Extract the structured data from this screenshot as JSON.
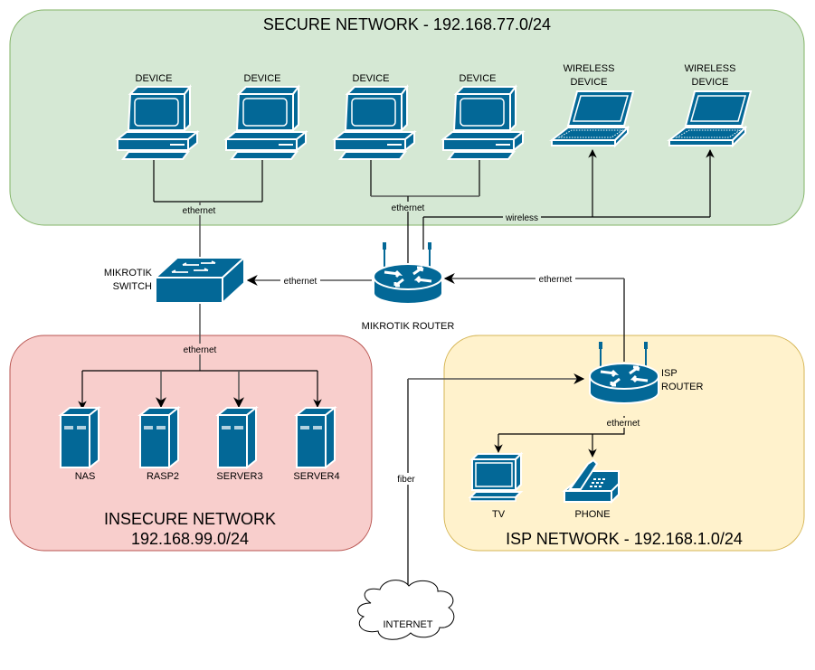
{
  "zones": {
    "secure": {
      "title": "SECURE NETWORK - 192.168.77.0/24",
      "fill": "#d5e8d4",
      "stroke": "#82b366"
    },
    "insecure": {
      "title_line1": "INSECURE NETWORK",
      "title_line2": "192.168.99.0/24",
      "fill": "#f8cecc",
      "stroke": "#b85450"
    },
    "isp": {
      "title": "ISP NETWORK - 192.168.1.0/24",
      "fill": "#fff2cc",
      "stroke": "#d6b656"
    }
  },
  "colors": {
    "icon": "#036897",
    "icon_outline": "#ffffff"
  },
  "secure_devices": [
    {
      "label": "DEVICE",
      "type": "desktop-icon"
    },
    {
      "label": "DEVICE",
      "type": "desktop-icon"
    },
    {
      "label": "DEVICE",
      "type": "desktop-icon"
    },
    {
      "label": "DEVICE",
      "type": "desktop-icon"
    },
    {
      "label_line1": "WIRELESS",
      "label_line2": "DEVICE",
      "type": "laptop-icon"
    },
    {
      "label_line1": "WIRELESS",
      "label_line2": "DEVICE",
      "type": "laptop-icon"
    }
  ],
  "switch": {
    "label_line1": "MIKROTIK",
    "label_line2": "SWITCH"
  },
  "mikrotik_router": {
    "label": "MIKROTIK ROUTER"
  },
  "isp_router": {
    "label_line1": "ISP",
    "label_line2": "ROUTER"
  },
  "servers": [
    {
      "label": "NAS"
    },
    {
      "label": "RASP2"
    },
    {
      "label": "SERVER3"
    },
    {
      "label": "SERVER4"
    }
  ],
  "isp_devices": [
    {
      "label": "TV"
    },
    {
      "label": "PHONE"
    }
  ],
  "internet": {
    "label": "INTERNET"
  },
  "links": {
    "secure_left_ethernet": "ethernet",
    "secure_right_ethernet": "ethernet",
    "wireless": "wireless",
    "router_to_switch": "ethernet",
    "isp_to_router": "ethernet",
    "switch_to_servers": "ethernet",
    "isp_router_to_devices": "ethernet",
    "internet_fiber": "fiber"
  }
}
